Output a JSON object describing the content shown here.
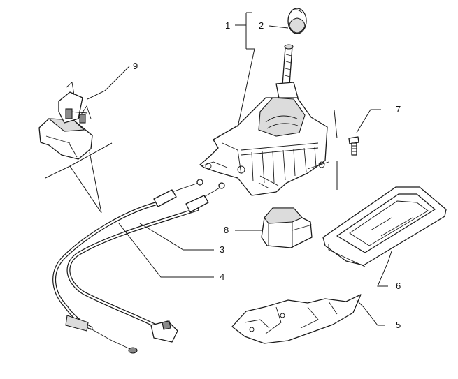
{
  "callouts": [
    {
      "id": "1",
      "text": "1"
    },
    {
      "id": "2",
      "text": "2"
    },
    {
      "id": "3",
      "text": "3"
    },
    {
      "id": "4",
      "text": "4"
    },
    {
      "id": "5",
      "text": "5"
    },
    {
      "id": "6",
      "text": "6"
    },
    {
      "id": "7",
      "text": "7"
    },
    {
      "id": "8",
      "text": "8"
    },
    {
      "id": "9",
      "text": "9"
    }
  ],
  "parts": [
    {
      "callout": "1",
      "icon": "gear-shift-lever-assembly"
    },
    {
      "callout": "2",
      "icon": "gear-knob"
    },
    {
      "callout": "3",
      "icon": "selector-cable"
    },
    {
      "callout": "4",
      "icon": "shift-cable"
    },
    {
      "callout": "5",
      "icon": "heat-shield"
    },
    {
      "callout": "6",
      "icon": "console-trim-frame"
    },
    {
      "callout": "7",
      "icon": "bolt"
    },
    {
      "callout": "8",
      "icon": "rubber-block"
    },
    {
      "callout": "9",
      "icon": "cable-bracket"
    }
  ]
}
